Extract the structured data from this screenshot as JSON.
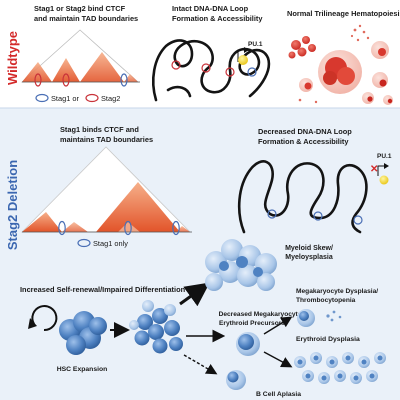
{
  "side_labels": {
    "wildtype": "Wildtype",
    "stag2_deletion": "Stag2 Deletion"
  },
  "wildtype": {
    "tad_text_line1": "Stag1 or Stag2 bind CTCF",
    "tad_text_line2": "and maintain TAD boundaries",
    "legend_stag1": "Stag1 or",
    "legend_stag2": "Stag2",
    "loop_title_line1": "Intact DNA-DNA Loop",
    "loop_title_line2": "Formation & Accessibility",
    "pu1_label": "PU.1",
    "hemato_title": "Normal Trilineage Hematopoiesis"
  },
  "stag2_deletion": {
    "tad_text_line1": "Stag1 binds CTCF and",
    "tad_text_line2": "maintains TAD boundaries",
    "legend_stag1_only": "Stag1 only",
    "loop_title_line1": "Decreased DNA-DNA Loop",
    "loop_title_line2": "Formation & Accessibility",
    "pu1_label": "PU.1"
  },
  "bottom": {
    "self_renewal_title": "Increased Self-renewal/Impaired Differentiation",
    "hsc_label": "HSC Expansion",
    "myeloid_line1": "Myeloid Skew/",
    "myeloid_line2": "Myeloysplasia",
    "mep_line1": "Decreased Megakaryocyte",
    "mep_line2": "Erythroid Precursors",
    "mega_line1": "Megakaryocyte Dysplasia/",
    "mega_line2": "Thrombocytopenia",
    "erythroid_label": "Erythroid Dysplasia",
    "bcell_label": "B Cell Aplasia"
  },
  "colors": {
    "wildtype_label": "#d42a2a",
    "deletion_label": "#3a66b0",
    "deletion_bg": "#eaf1f9",
    "tad_fill": "#e8652e",
    "stag1_ring": "#4a6fb5",
    "stag2_ring": "#c9333a",
    "cell_blue": "#3d6fae",
    "cell_red": "#d8382e",
    "pu1_dot": "#f2d21a"
  }
}
